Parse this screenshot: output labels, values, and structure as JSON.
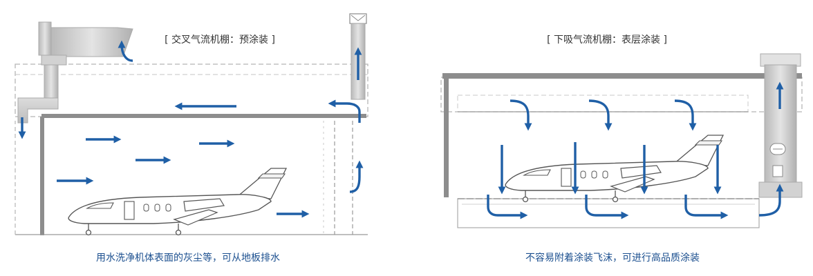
{
  "left_panel": {
    "title": "[ 交叉气流机棚：预涂装 ]",
    "caption": "用水洗净机体表面的灰尘等，可从地板排水"
  },
  "right_panel": {
    "title": "[ 下吸气流机棚：表层涂装 ]",
    "caption": "不容易附着涂装飞沫，可进行高品质涂装"
  },
  "colors": {
    "arrow": "#1f5fa6",
    "structure": "#8a8a8a",
    "duct": "#c8c8c8"
  }
}
